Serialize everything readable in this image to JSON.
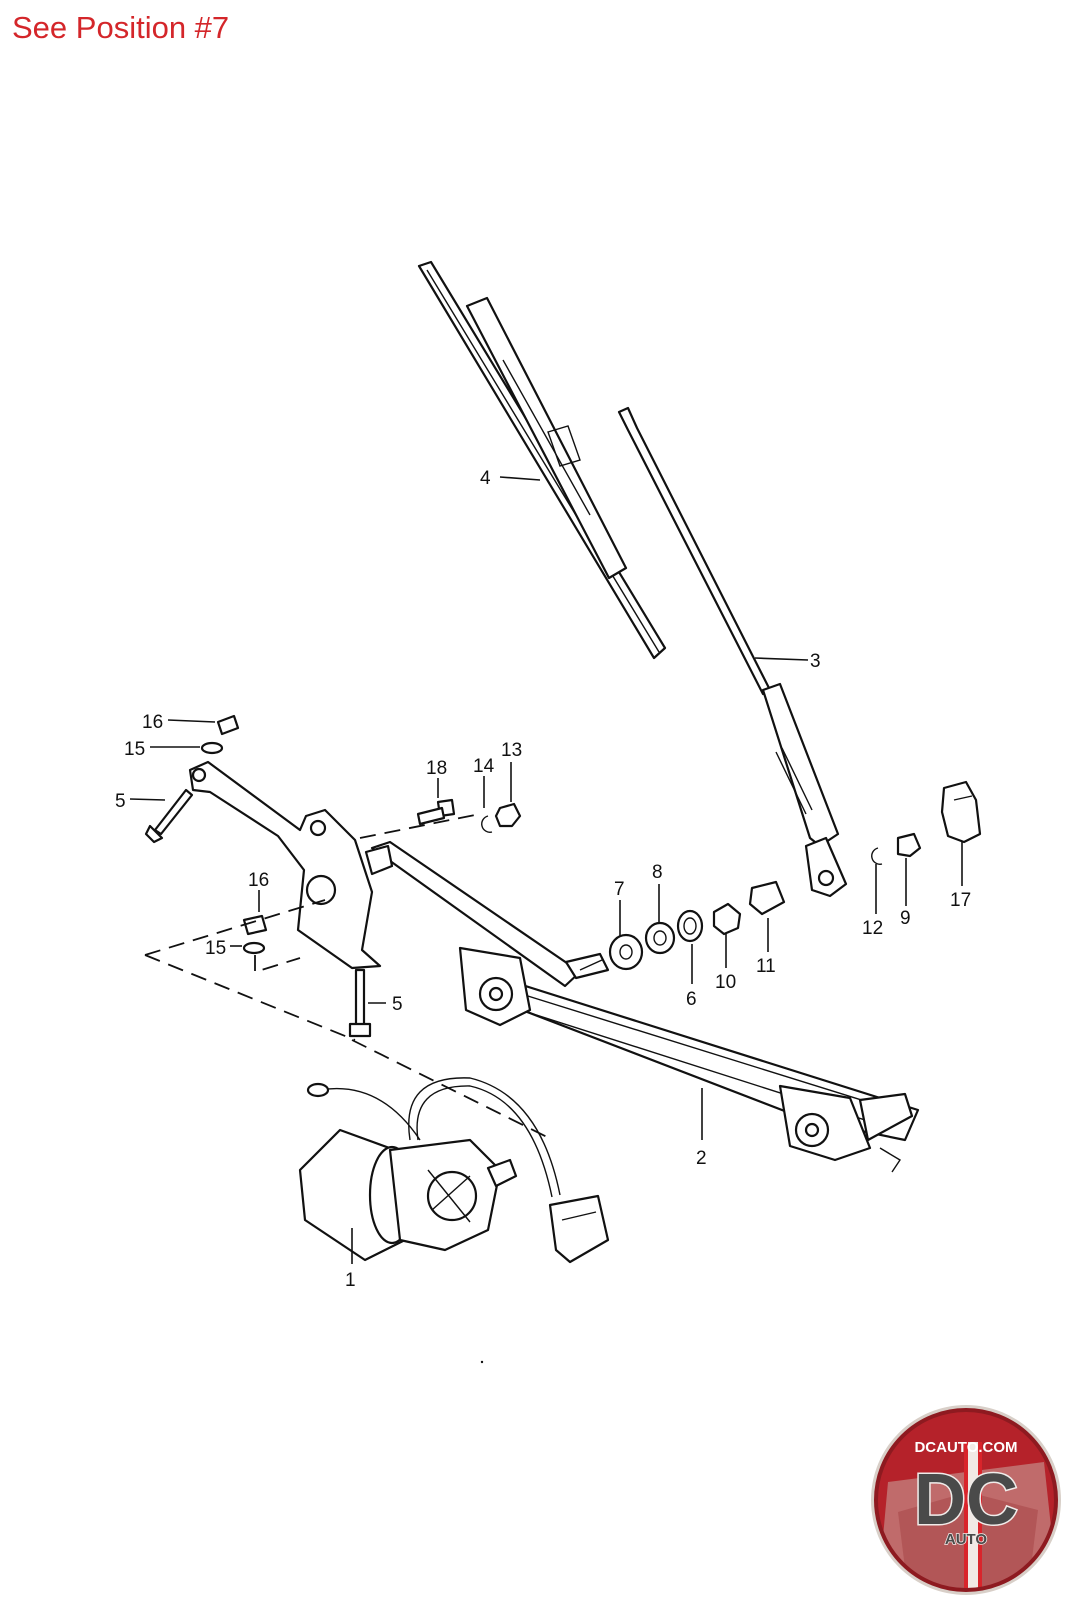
{
  "header": {
    "note": "See Position #7"
  },
  "callouts": [
    {
      "id": "label-1",
      "text": "1"
    },
    {
      "id": "label-2",
      "text": "2"
    },
    {
      "id": "label-3",
      "text": "3"
    },
    {
      "id": "label-4",
      "text": "4"
    },
    {
      "id": "label-5a",
      "text": "5"
    },
    {
      "id": "label-5b",
      "text": "5"
    },
    {
      "id": "label-6",
      "text": "6"
    },
    {
      "id": "label-7",
      "text": "7"
    },
    {
      "id": "label-8",
      "text": "8"
    },
    {
      "id": "label-9",
      "text": "9"
    },
    {
      "id": "label-10",
      "text": "10"
    },
    {
      "id": "label-11",
      "text": "11"
    },
    {
      "id": "label-12",
      "text": "12"
    },
    {
      "id": "label-13",
      "text": "13"
    },
    {
      "id": "label-14",
      "text": "14"
    },
    {
      "id": "label-15a",
      "text": "15"
    },
    {
      "id": "label-15b",
      "text": "15"
    },
    {
      "id": "label-16a",
      "text": "16"
    },
    {
      "id": "label-16b",
      "text": "16"
    },
    {
      "id": "label-17",
      "text": "17"
    },
    {
      "id": "label-18",
      "text": "18"
    }
  ],
  "logo": {
    "text_top": "DCAUTO.COM",
    "text_main": "DC",
    "text_bottom": "AUTO",
    "colors": {
      "outer": "#b5222a",
      "inner": "#c8c2bc",
      "letters": "#4a4a4a",
      "stripe": "#d9242b"
    }
  }
}
